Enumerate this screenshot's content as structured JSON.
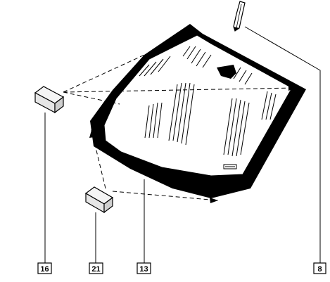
{
  "diagram": {
    "callouts": [
      {
        "id": "16",
        "label": "16",
        "part": "glass-support-block-upper"
      },
      {
        "id": "21",
        "label": "21",
        "part": "glass-support-block-lower"
      },
      {
        "id": "13",
        "label": "13",
        "part": "windscreen"
      },
      {
        "id": "8",
        "label": "8",
        "part": "trim-strip"
      }
    ],
    "colors": {
      "line": "#000000",
      "seal": "#000000",
      "glass": "#ffffff",
      "block_face": "#e6e6e6",
      "block_top": "#f5f5f5",
      "block_side": "#cfcfcf"
    },
    "icons": {
      "windscreen": "windscreen-icon",
      "trim_strip": "trim-strip-icon",
      "support_block": "support-block-icon"
    }
  }
}
